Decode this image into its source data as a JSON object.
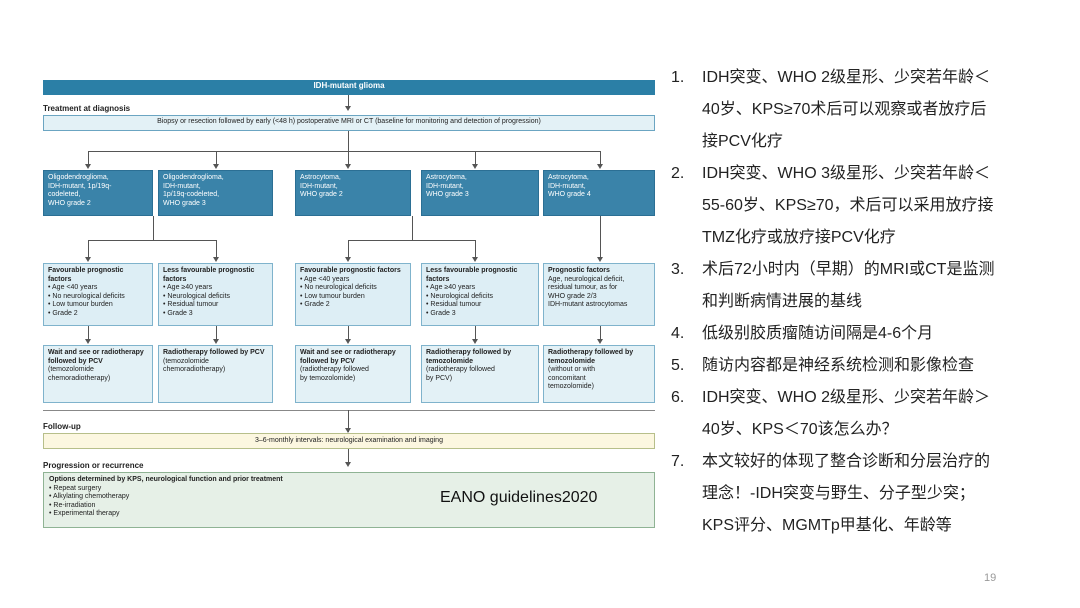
{
  "flowchart": {
    "header": "IDH-mutant glioma",
    "section_treatment": "Treatment at diagnosis",
    "biopsy": "Biopsy or resection followed by early (<48 h)  postoperative MRI or CT (baseline for monitoring and detection of progression)",
    "types": [
      {
        "lines": [
          "Oligodendroglioma,",
          "IDH-mutant, 1p/19q-",
          "codeleted,",
          "WHO grade 2"
        ]
      },
      {
        "lines": [
          "Oligodendroglioma,",
          "IDH-mutant,",
          "1p/19q-codeleted,",
          "WHO grade 3"
        ]
      },
      {
        "lines": [
          "Astrocytoma,",
          "IDH-mutant,",
          "WHO grade 2"
        ]
      },
      {
        "lines": [
          "Astrocytoma,",
          "IDH-mutant,",
          "WHO grade 3"
        ]
      },
      {
        "lines": [
          "Astrocytoma,",
          "IDH-mutant,",
          "WHO grade 4"
        ]
      }
    ],
    "factors": [
      {
        "title": "Favourable prognostic factors",
        "items": [
          "• Age <40 years",
          "• No neurological deficits",
          "• Low tumour burden",
          "• Grade 2"
        ]
      },
      {
        "title": "Less favourable prognostic factors",
        "items": [
          "• Age ≥40 years",
          "• Neurological deficits",
          "• Residual tumour",
          "• Grade 3"
        ]
      },
      {
        "title": "Favourable prognostic factors",
        "items": [
          "• Age <40 years",
          "• No neurological deficits",
          "• Low tumour burden",
          "• Grade 2"
        ]
      },
      {
        "title": "Less favourable prognostic factors",
        "items": [
          "• Age ≥40 years",
          "• Neurological deficits",
          "• Residual tumour",
          "• Grade 3"
        ]
      },
      {
        "title": "Prognostic factors",
        "items": [
          "Age, neurological deficit,",
          "residual tumour, as for",
          "WHO grade 2/3",
          "IDH-mutant astrocytomas"
        ]
      }
    ],
    "treatments": [
      {
        "title": "Wait and see or radiotherapy followed by PCV",
        "items": [
          "(temozolomide",
          "chemoradiotherapy)"
        ]
      },
      {
        "title": "Radiotherapy followed by PCV",
        "items": [
          "(temozolomide",
          "chemoradiotherapy)"
        ]
      },
      {
        "title": "Wait and see or radiotherapy followed by PCV",
        "items": [
          "(radiotherapy followed",
          "by temozolomide)"
        ]
      },
      {
        "title": "Radiotherapy followed by temozolomide",
        "items": [
          "(radiotherapy followed",
          "by PCV)"
        ]
      },
      {
        "title": "Radiotherapy followed by temozolomide",
        "items": [
          "(without or with",
          "concomitant",
          "temozolomide)"
        ]
      }
    ],
    "section_followup": "Follow-up",
    "followup": "3–6-monthly intervals: neurological examination and imaging",
    "section_progression": "Progression or recurrence",
    "options_title": "Options determined by KPS, neurological function and prior treatment",
    "options": [
      "• Repeat surgery",
      "• Alkylating chemotherapy",
      "• Re-irradiation",
      "• Experimental therapy"
    ]
  },
  "source_label": "EANO guidelines2020",
  "notes": [
    {
      "num": "1.",
      "lines": [
        "IDH突变、WHO 2级星形、少突若年龄＜",
        "40岁、KPS≥70术后可以观察或者放疗后",
        "接PCV化疗"
      ]
    },
    {
      "num": "2.",
      "lines": [
        "IDH突变、WHO 3级星形、少突若年龄＜",
        "55-60岁、KPS≥70，术后可以采用放疗接",
        "TMZ化疗或放疗接PCV化疗"
      ]
    },
    {
      "num": "3.",
      "lines": [
        "术后72小时内（早期）的MRI或CT是监测",
        "和判断病情进展的基线"
      ]
    },
    {
      "num": "4.",
      "lines": [
        "低级别胶质瘤随访间隔是4-6个月"
      ]
    },
    {
      "num": "5.",
      "lines": [
        "随访内容都是神经系统检测和影像检查"
      ]
    },
    {
      "num": "6.",
      "lines": [
        "IDH突变、WHO 2级星形、少突若年龄＞",
        "40岁、KPS＜70该怎么办？"
      ]
    },
    {
      "num": "7.",
      "lines": [
        "本文较好的体现了整合诊断和分层治疗的",
        "理念！-IDH突变与野生、分子型少突；",
        "KPS评分、MGMTp甲基化、年龄等"
      ]
    }
  ],
  "page_number": "19"
}
